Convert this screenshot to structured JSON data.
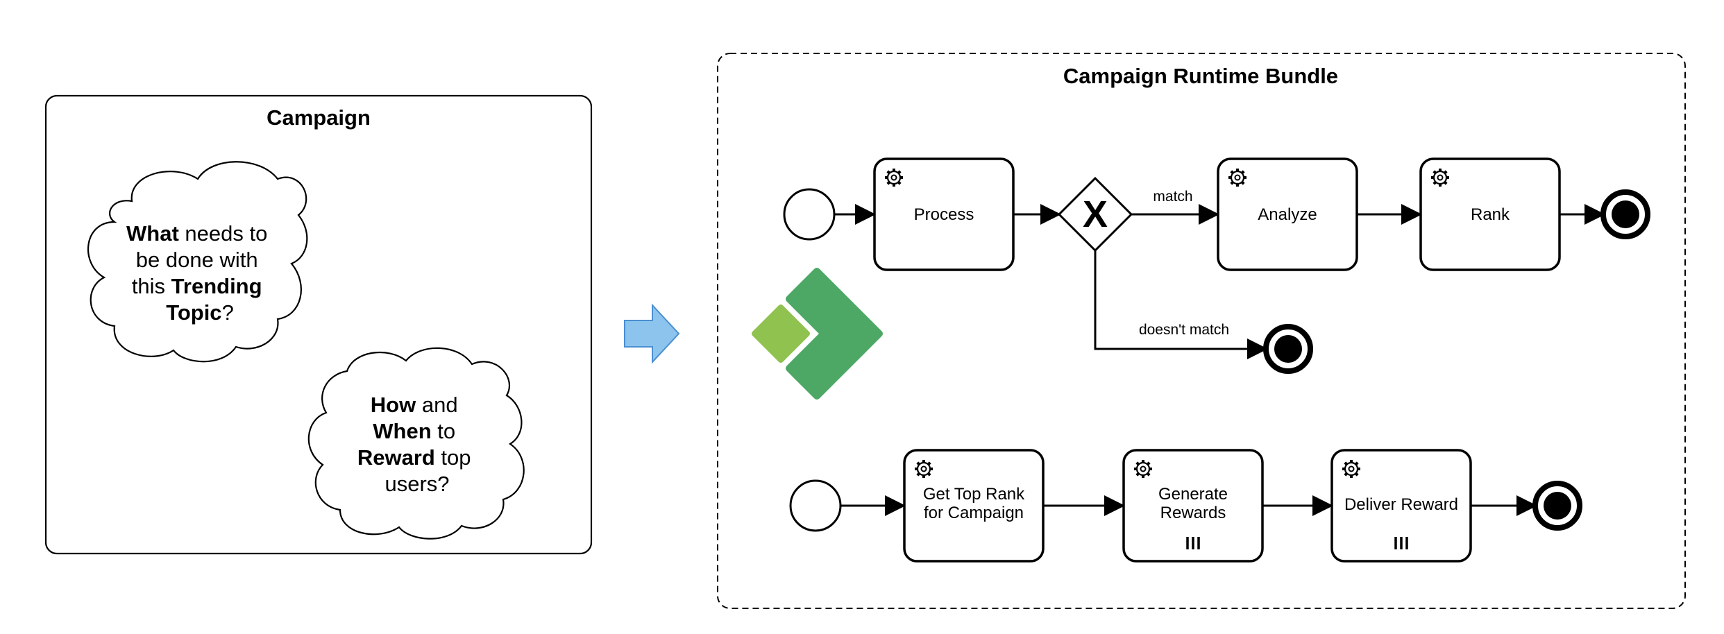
{
  "campaign": {
    "title": "Campaign",
    "cloud1": {
      "lines": [
        [
          {
            "t": "What",
            "b": true
          },
          {
            "t": " needs to",
            "b": false
          }
        ],
        [
          {
            "t": "be done with",
            "b": false
          }
        ],
        [
          {
            "t": "this ",
            "b": false
          },
          {
            "t": "Trending",
            "b": true
          }
        ],
        [
          {
            "t": "Topic",
            "b": true
          },
          {
            "t": "?",
            "b": false
          }
        ]
      ]
    },
    "cloud2": {
      "lines": [
        [
          {
            "t": "How",
            "b": true
          },
          {
            "t": " and",
            "b": false
          }
        ],
        [
          {
            "t": "When",
            "b": true
          },
          {
            "t": " to",
            "b": false
          }
        ],
        [
          {
            "t": "Reward",
            "b": true
          },
          {
            "t": " top",
            "b": false
          }
        ],
        [
          {
            "t": "users?",
            "b": false
          }
        ]
      ]
    }
  },
  "bundle": {
    "title": "Campaign Runtime Bundle",
    "flow1": {
      "tasks": [
        "Process",
        "Analyze",
        "Rank"
      ],
      "gateway_symbol": "X",
      "edge_match": "match",
      "edge_no_match": "doesn't match"
    },
    "flow2": {
      "tasks": [
        {
          "lines": [
            "Get Top Rank",
            "for Campaign"
          ],
          "multi": false
        },
        {
          "lines": [
            "Generate",
            "Rewards"
          ],
          "multi": true
        },
        {
          "lines": [
            "Deliver Reward"
          ],
          "multi": true
        }
      ]
    }
  },
  "colors": {
    "arrow_fill": "#8cc4ee",
    "arrow_stroke": "#4a8fd0",
    "logo_dark": "#4ca864",
    "logo_light": "#8fc24f"
  },
  "icons": {
    "task_icon": "gear-icon",
    "multi_instance": "parallel-multi-instance-icon"
  }
}
